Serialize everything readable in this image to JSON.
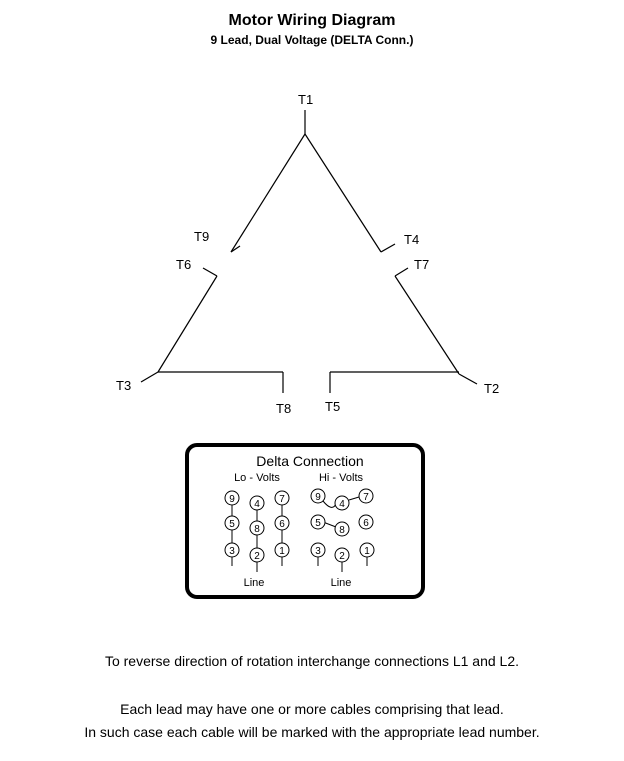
{
  "header": {
    "title": "Motor Wiring Diagram",
    "subtitle": "9 Lead, Dual Voltage (DELTA Conn.)"
  },
  "terminals": {
    "T1": "T1",
    "T2": "T2",
    "T3": "T3",
    "T4": "T4",
    "T5": "T5",
    "T6": "T6",
    "T7": "T7",
    "T8": "T8",
    "T9": "T9"
  },
  "connection_box": {
    "title": "Delta Connection",
    "lo_volts": "Lo - Volts",
    "hi_volts": "Hi - Volts",
    "line_label": "Line",
    "lo_rows": [
      [
        "9",
        "4",
        "7"
      ],
      [
        "5",
        "8",
        "6"
      ],
      [
        "3",
        "2",
        "1"
      ]
    ],
    "hi_rows": [
      [
        "9",
        "4",
        "7"
      ],
      [
        "5",
        "8",
        "6"
      ],
      [
        "3",
        "2",
        "1"
      ]
    ]
  },
  "notes": {
    "reverse": "To reverse direction of rotation interchange connections L1 and L2.",
    "cables_1": "Each lead may have one or more cables comprising that lead.",
    "cables_2": "In such case each cable will be marked with the appropriate lead number."
  }
}
